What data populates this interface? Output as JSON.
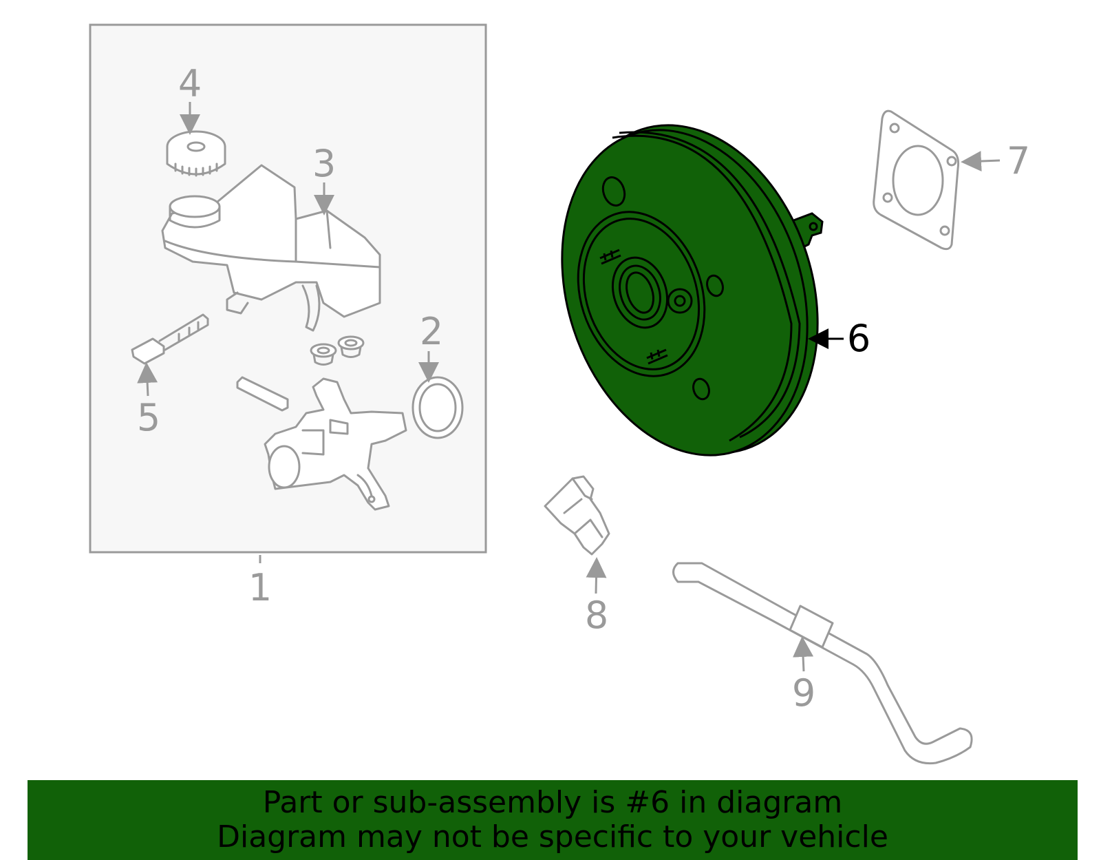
{
  "callouts": {
    "c1": "1",
    "c2": "2",
    "c3": "3",
    "c4": "4",
    "c5": "5",
    "c6": "6",
    "c7": "7",
    "c8": "8",
    "c9": "9"
  },
  "banner": {
    "line1": "Part or sub-assembly is #6 in diagram",
    "line2": "Diagram may not be specific to your vehicle"
  },
  "colors": {
    "highlight": "#116108",
    "line_gray": "#9a9a9a",
    "panel_bg": "#f7f7f7",
    "callout_active": "#000000"
  }
}
